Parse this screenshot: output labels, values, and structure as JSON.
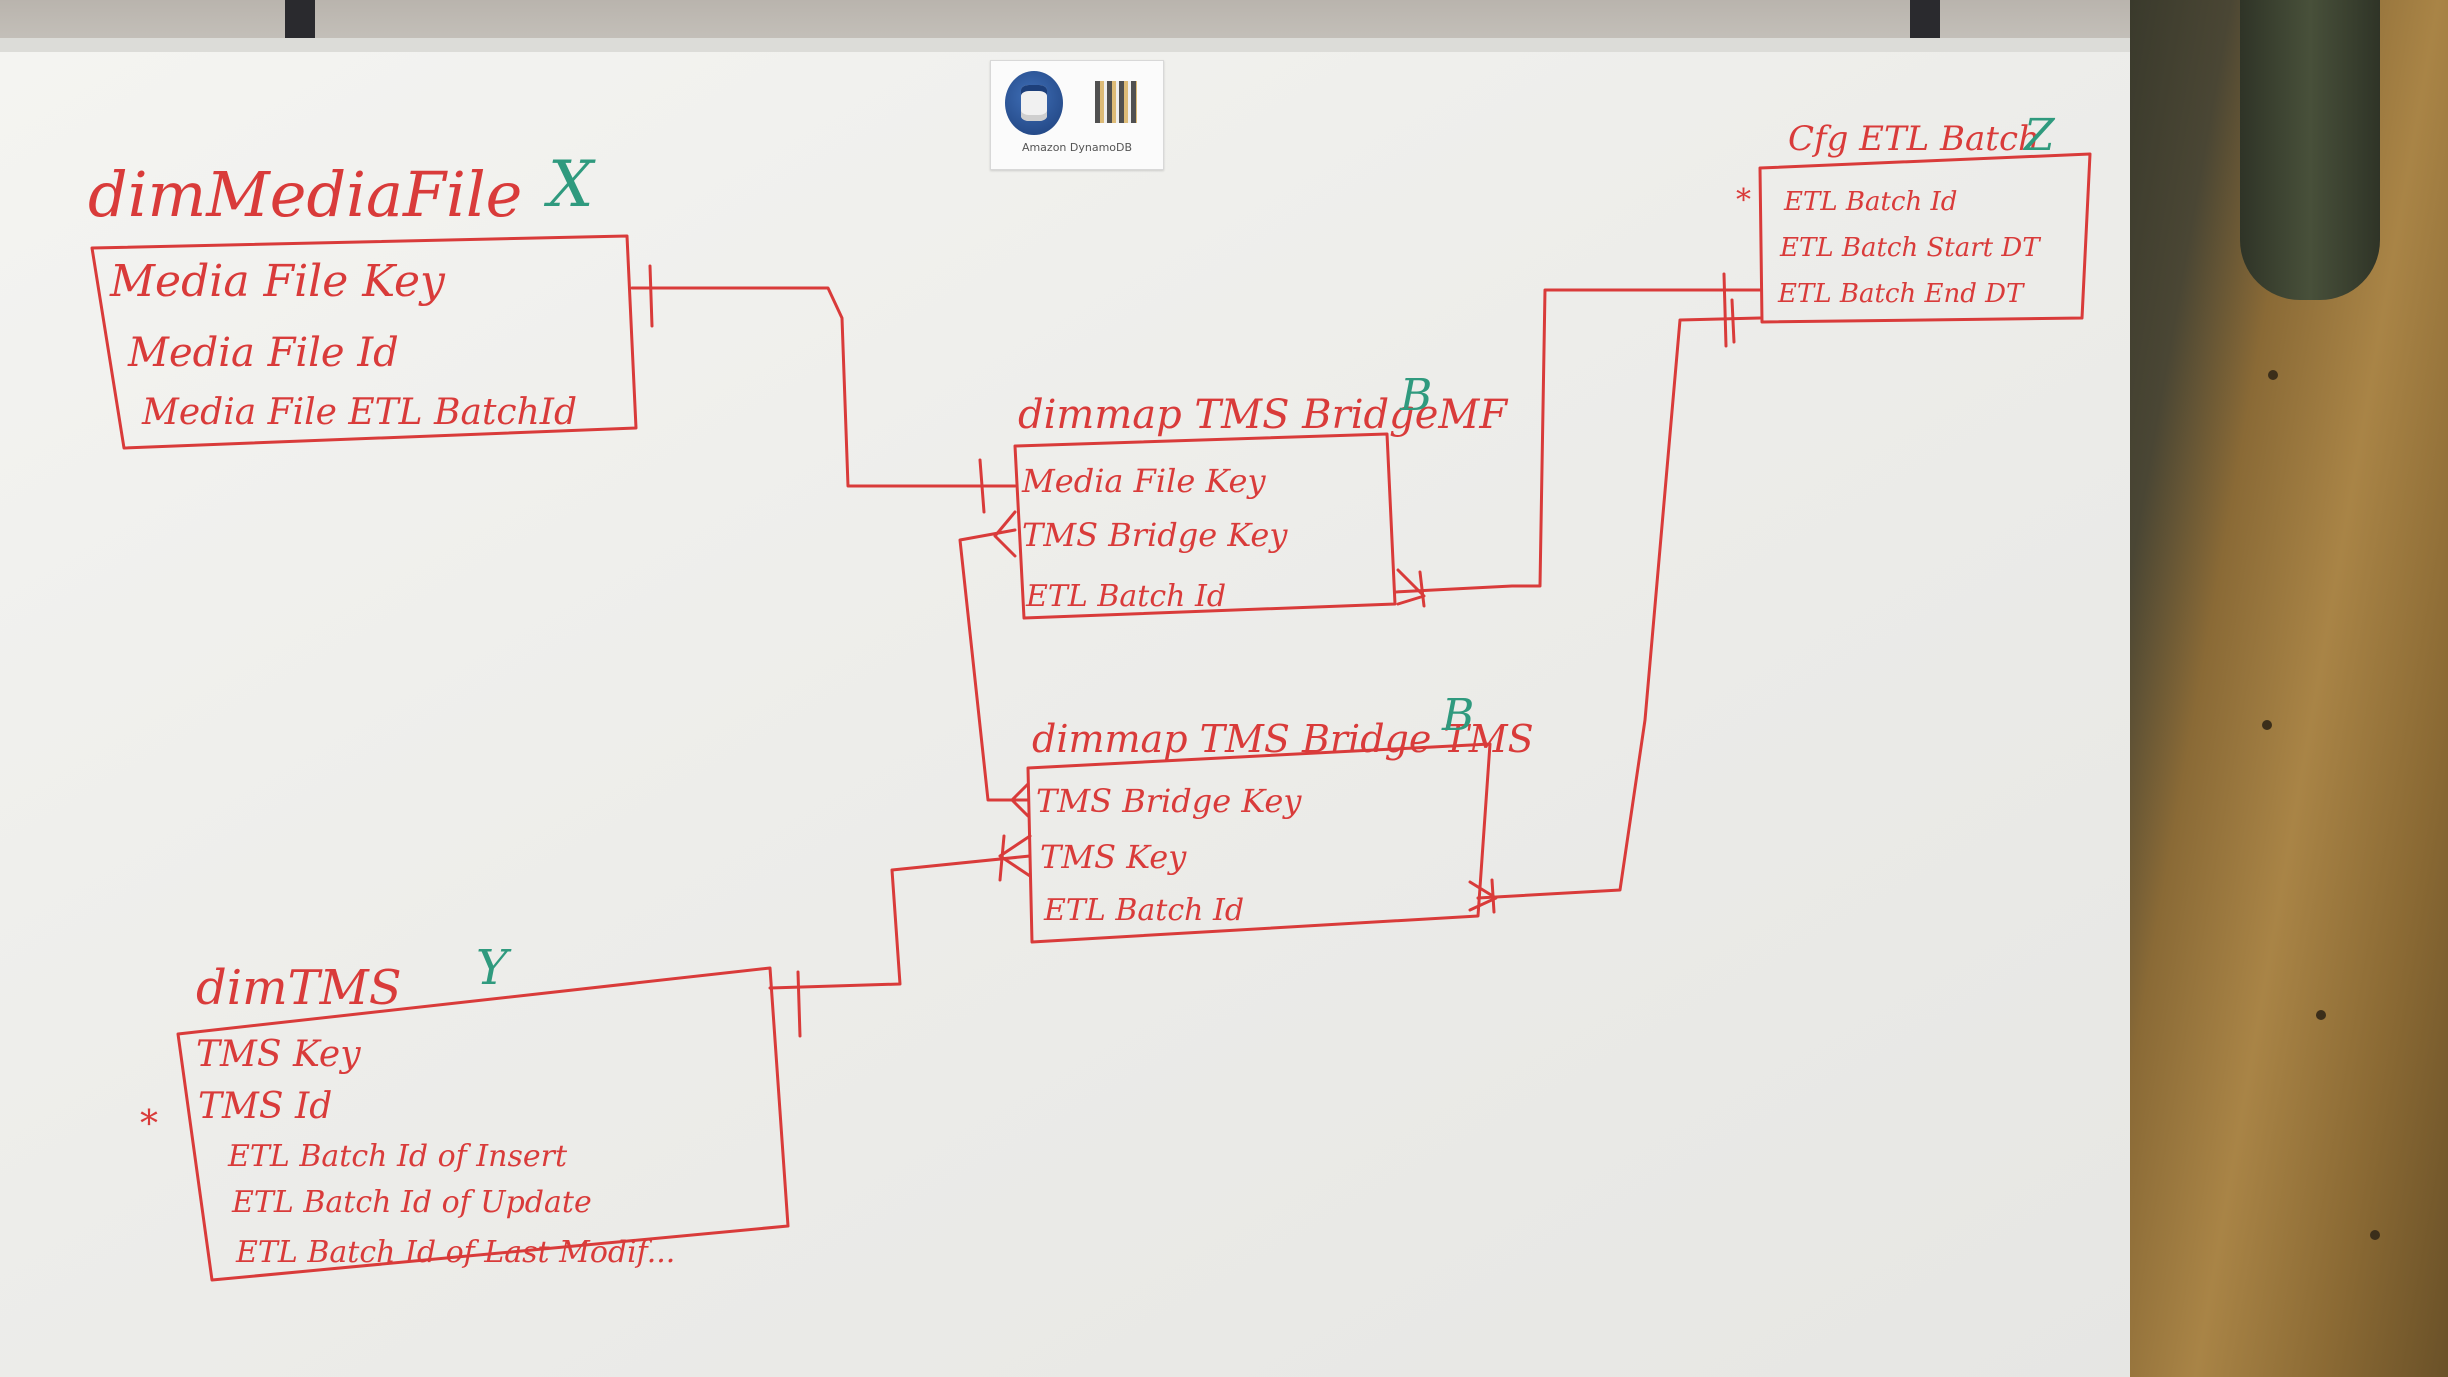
{
  "sticker": {
    "caption": "Amazon DynamoDB",
    "icon": "dynamodb-database-icon"
  },
  "colors": {
    "ink_red": "#d93b3a",
    "ink_green": "#2f9a7e",
    "board": "#eeeeeb"
  },
  "entities": {
    "dimMediaFile": {
      "title": "dimMediaFile",
      "tag": "X",
      "fields": [
        "Media File Key",
        "Media File Id",
        "Media File ETL BatchId"
      ]
    },
    "bridgeMF": {
      "title": "dimmap TMS BridgeMF",
      "tag": "B",
      "fields": [
        "Media File Key",
        "TMS Bridge Key",
        "ETL Batch Id"
      ]
    },
    "bridgeTMS": {
      "title": "dimmap TMS Bridge TMS",
      "tag": "B",
      "fields": [
        "TMS Bridge Key",
        "TMS Key",
        "ETL Batch Id"
      ]
    },
    "dimTMS": {
      "title": "dimTMS",
      "tag": "Y",
      "fields": [
        "TMS Key",
        "TMS Id",
        "ETL Batch Id of Insert",
        "ETL Batch Id of Update",
        "ETL Batch Id of Last Modif..."
      ],
      "marker": "*"
    },
    "cfgETLBatch": {
      "title": "Cfg ETL Batch",
      "tag": "Z",
      "fields": [
        "ETL Batch Id",
        "ETL Batch Start DT",
        "ETL Batch End DT"
      ],
      "marker": "*"
    }
  }
}
